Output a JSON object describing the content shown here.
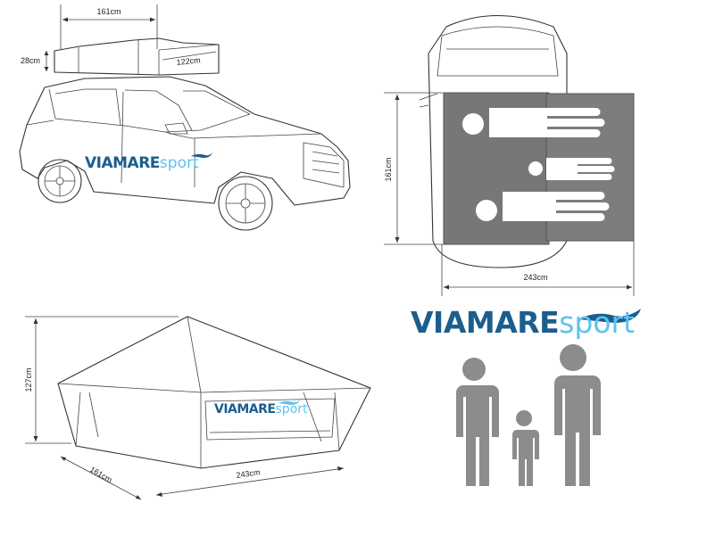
{
  "brand": {
    "name_main": "VIAMARE",
    "name_sub": "sport",
    "color_main": "#1b5e8e",
    "color_sub": "#5ec2ee"
  },
  "car_side_view": {
    "closed_length": "161cm",
    "closed_height": "28cm",
    "closed_width": "122cm"
  },
  "top_view": {
    "open_width": "161cm",
    "open_length": "243cm",
    "tent_color": "#7a7a7a"
  },
  "tent_view": {
    "height": "127cm",
    "width": "161cm",
    "length": "243cm"
  },
  "capacity": {
    "icon": "family-two-adults-one-child-icon",
    "silhouette_color": "#8c8c8c"
  }
}
